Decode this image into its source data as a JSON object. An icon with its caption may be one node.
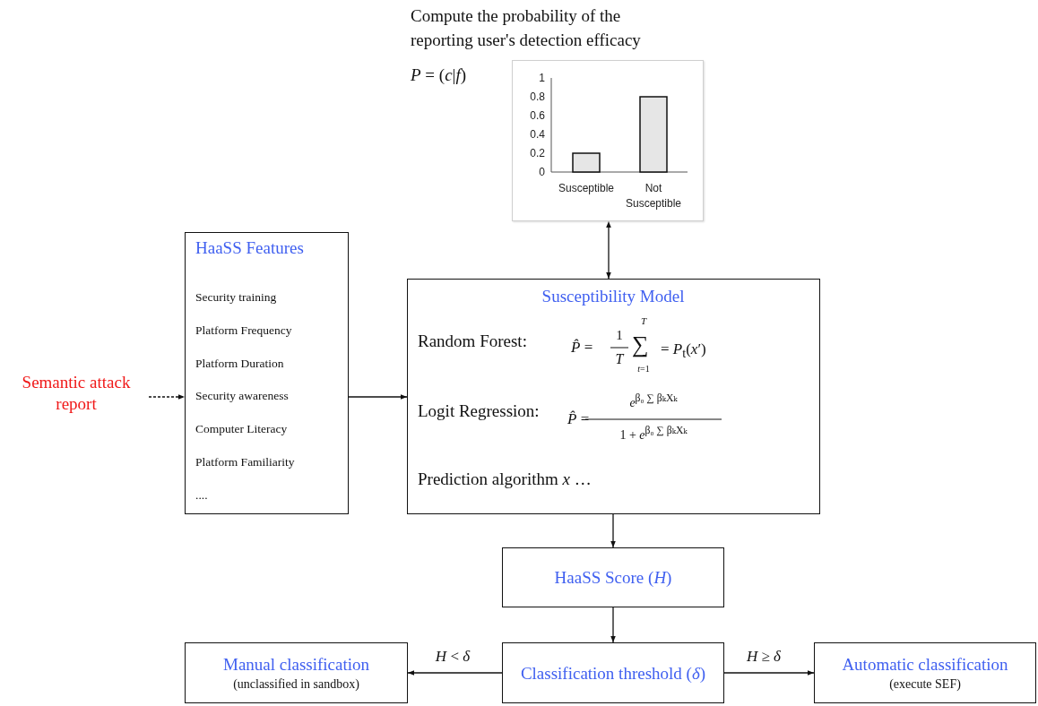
{
  "diagram": {
    "nodes": [
      {
        "text": [],
        "shape": "box",
        "beside": [
          "Compute the probability of the reporting user's detection efficacy",
          "*P* = (*c*|*f*)"
        ]
      },
      {
        "text": [
          "HaaSS Features",
          "Security training",
          "Platform Frequency",
          "Platform Duration",
          "Security awareness",
          "Computer Literacy",
          "Platform Familiarity",
          "...."
        ]
      },
      {
        "text": [
          "Semantic attack report"
        ]
      },
      {
        "text": [
          "Susceptibility Model",
          "Random Forest:",
          "*P̂* =",
          "1",
          "*T*",
          "*T*",
          "∑",
          "*t*=1",
          "= *P*$_{t}$(*x*′)",
          "Logit Regression:",
          "*P̂* =",
          "*e*$^{β₀ ∑ βₖXₖ}$",
          "1 + *e*$^{β₀ ∑ βₖXₖ}$",
          "Prediction algorithm *x* …"
        ]
      },
      {
        "text": [
          "HaaSS Score (*H*)"
        ]
      },
      {
        "text": [
          "Classification threshold (*δ*)"
        ]
      },
      {
        "text": [
          "Manual classification",
          "(unclassified in sandbox)"
        ]
      },
      {
        "text": [
          "Automatic classification",
          "(execute SEF)"
        ]
      }
    ],
    "edges": [
      {
        "from": 0,
        "to": 3,
        "arrow": "both"
      },
      {
        "from": 2,
        "to": 1,
        "arrow": "to",
        "style": "dashed"
      },
      {
        "from": 1,
        "to": 3,
        "arrow": "to"
      },
      {
        "from": 3,
        "to": 4,
        "arrow": "to"
      },
      {
        "from": 4,
        "to": 5,
        "arrow": "to"
      },
      {
        "from": 5,
        "to": 6,
        "arrow": "to",
        "label": "*H* < *δ*"
      },
      {
        "from": 5,
        "to": 7,
        "arrow": "to",
        "label": "*H* ≥ *δ*"
      }
    ],
    "chart_data": {
      "type": "bar",
      "categories": [
        "Susceptible",
        "Not Susceptible"
      ],
      "values": [
        0.2,
        0.8
      ],
      "ylim": [
        0,
        1
      ],
      "yticks": [
        0,
        0.2,
        0.4,
        0.6,
        0.8,
        1
      ]
    }
  }
}
